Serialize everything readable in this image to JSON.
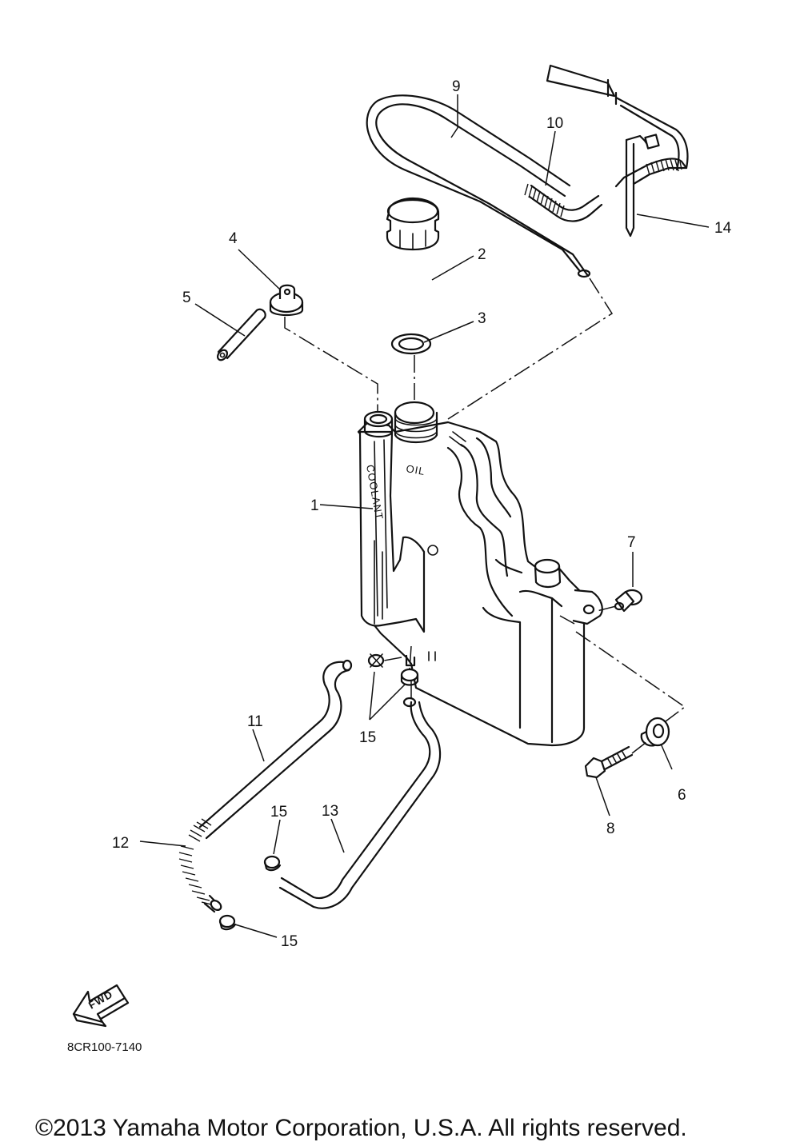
{
  "callouts": {
    "c1": "1",
    "c2": "2",
    "c3": "3",
    "c4": "4",
    "c5": "5",
    "c6": "6",
    "c7": "7",
    "c8": "8",
    "c9": "9",
    "c10": "10",
    "c11": "11",
    "c12": "12",
    "c13": "13",
    "c14": "14",
    "c15a": "15",
    "c15b": "15",
    "c15c": "15"
  },
  "tank_labels": {
    "coolant": "COOLANT",
    "oil": "OIL"
  },
  "fwd_label": "FWD",
  "diagram_code": "8CR100-7140",
  "copyright": "©2013 Yamaha Motor Corporation, U.S.A. All rights reserved."
}
